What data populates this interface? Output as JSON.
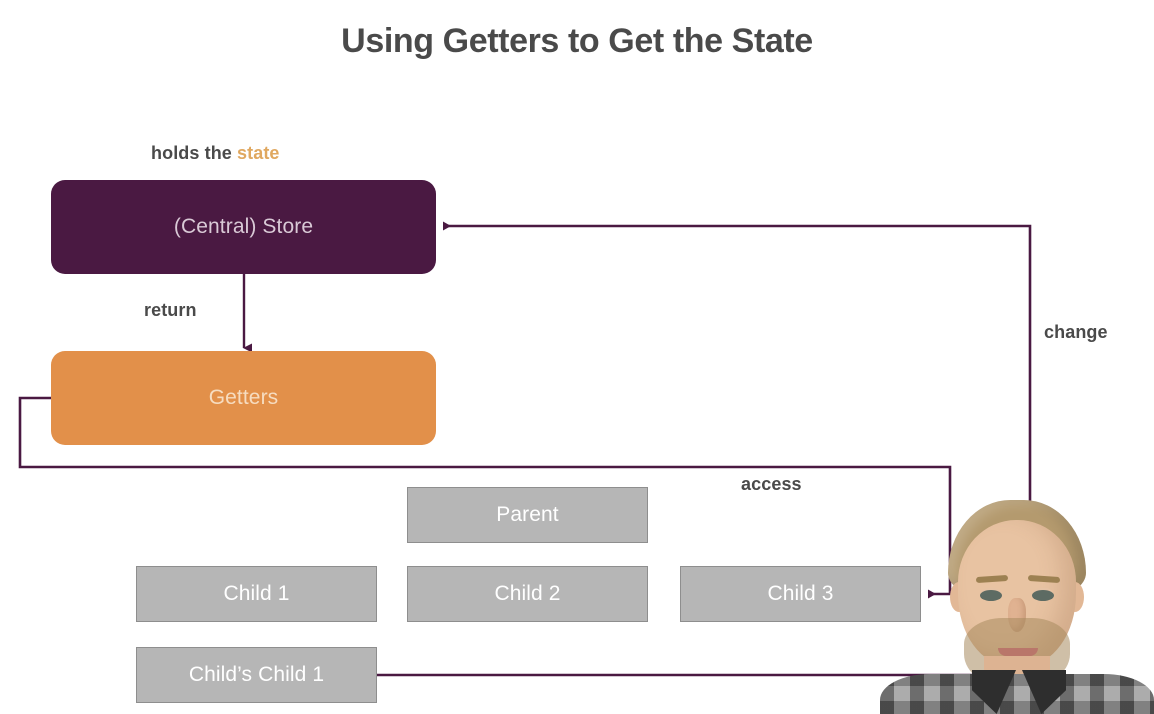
{
  "slide": {
    "title": "Using Getters to Get the State",
    "background_color": "#ffffff"
  },
  "palette": {
    "store_fill": "#4A1942",
    "store_text": "#D9C9D6",
    "getters_fill": "#E2904A",
    "getters_text": "#F6DCC0",
    "component_fill": "#B6B6B6",
    "component_border": "#8E8E8E",
    "component_text": "#FFFFFF",
    "connector": "#4A1942",
    "label_text": "#4A4A4A",
    "accent_orange": "#E0A860"
  },
  "nodes": {
    "store": {
      "label": "(Central) Store"
    },
    "getters": {
      "label": "Getters"
    },
    "parent": {
      "label": "Parent"
    },
    "child1": {
      "label": "Child 1"
    },
    "child2": {
      "label": "Child 2"
    },
    "child3": {
      "label": "Child 3"
    },
    "childs_child1": {
      "label": "Child’s Child 1"
    }
  },
  "edge_labels": {
    "holds_the": "holds the ",
    "state": "state",
    "return": "return",
    "access": "access",
    "change": "change"
  },
  "presenter": {
    "description": "presenter-webcam-overlay"
  }
}
